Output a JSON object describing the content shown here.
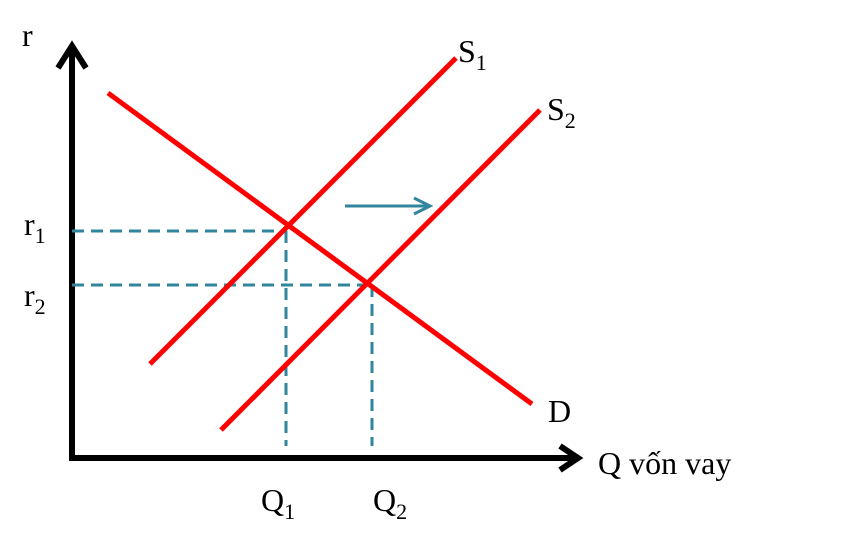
{
  "axes": {
    "y_label": "r",
    "x_label": "Q vốn vay"
  },
  "curves": {
    "s1": {
      "label": "S",
      "sub": "1"
    },
    "s2": {
      "label": "S",
      "sub": "2"
    },
    "d": {
      "label": "D"
    }
  },
  "levels": {
    "r1": {
      "label": "r",
      "sub": "1"
    },
    "r2": {
      "label": "r",
      "sub": "2"
    },
    "q1": {
      "label": "Q",
      "sub": "1"
    },
    "q2": {
      "label": "Q",
      "sub": "2"
    }
  },
  "colors": {
    "curve": "#ff0000",
    "guide": "#31859c",
    "axis": "#000000",
    "arrow": "#31859c"
  }
}
